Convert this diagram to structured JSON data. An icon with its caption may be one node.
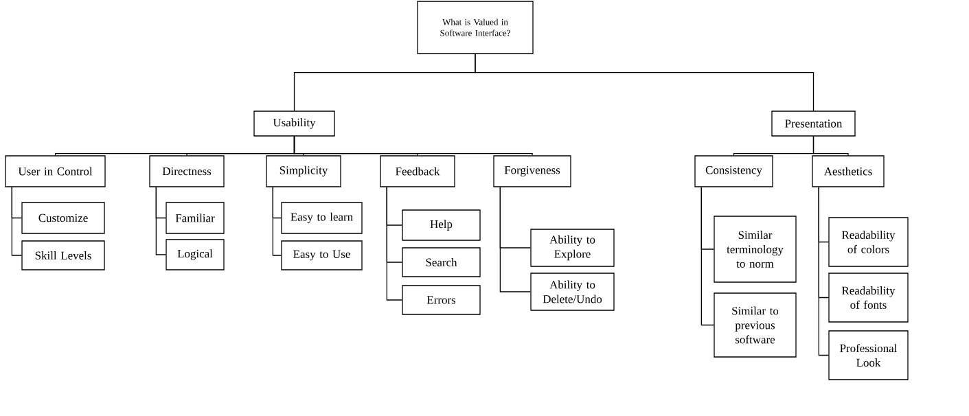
{
  "diagram": {
    "nodes": [
      {
        "text": [
          "What is Valued in Software Interface?"
        ]
      },
      {
        "text": [
          "Usability"
        ]
      },
      {
        "text": [
          "Presentation"
        ]
      },
      {
        "text": [
          "User in Control"
        ]
      },
      {
        "text": [
          "Directness"
        ]
      },
      {
        "text": [
          "Simplicity"
        ]
      },
      {
        "text": [
          "Feedback"
        ]
      },
      {
        "text": [
          "Forgiveness"
        ]
      },
      {
        "text": [
          "Consistency"
        ]
      },
      {
        "text": [
          "Aesthetics"
        ]
      },
      {
        "text": [
          "Customize"
        ]
      },
      {
        "text": [
          "Skill Levels"
        ]
      },
      {
        "text": [
          "Familiar"
        ]
      },
      {
        "text": [
          "Logical"
        ]
      },
      {
        "text": [
          "Easy to learn"
        ]
      },
      {
        "text": [
          "Easy to Use"
        ]
      },
      {
        "text": [
          "Help"
        ]
      },
      {
        "text": [
          "Search"
        ]
      },
      {
        "text": [
          "Errors"
        ]
      },
      {
        "text": [
          "Ability to Explore"
        ]
      },
      {
        "text": [
          "Ability to Delete/Undo"
        ]
      },
      {
        "text": [
          "Similar terminology to norm"
        ]
      },
      {
        "text": [
          "Similar to previous software"
        ]
      },
      {
        "text": [
          "Readability of colors"
        ]
      },
      {
        "text": [
          "Readability of fonts"
        ]
      },
      {
        "text": [
          "Professional Look"
        ]
      }
    ],
    "edges": [
      {
        "from": 0,
        "to": 1,
        "arrow": "none"
      },
      {
        "from": 0,
        "to": 2,
        "arrow": "none"
      },
      {
        "from": 1,
        "to": 3,
        "arrow": "none"
      },
      {
        "from": 1,
        "to": 4,
        "arrow": "none"
      },
      {
        "from": 1,
        "to": 5,
        "arrow": "none"
      },
      {
        "from": 1,
        "to": 6,
        "arrow": "none"
      },
      {
        "from": 1,
        "to": 7,
        "arrow": "none"
      },
      {
        "from": 2,
        "to": 8,
        "arrow": "none"
      },
      {
        "from": 2,
        "to": 9,
        "arrow": "none"
      },
      {
        "from": 3,
        "to": 10,
        "arrow": "none"
      },
      {
        "from": 3,
        "to": 11,
        "arrow": "none"
      },
      {
        "from": 4,
        "to": 12,
        "arrow": "none"
      },
      {
        "from": 4,
        "to": 13,
        "arrow": "none"
      },
      {
        "from": 5,
        "to": 14,
        "arrow": "none"
      },
      {
        "from": 5,
        "to": 15,
        "arrow": "none"
      },
      {
        "from": 6,
        "to": 16,
        "arrow": "none"
      },
      {
        "from": 6,
        "to": 17,
        "arrow": "none"
      },
      {
        "from": 6,
        "to": 18,
        "arrow": "none"
      },
      {
        "from": 7,
        "to": 19,
        "arrow": "none"
      },
      {
        "from": 7,
        "to": 20,
        "arrow": "none"
      },
      {
        "from": 8,
        "to": 21,
        "arrow": "none"
      },
      {
        "from": 8,
        "to": 22,
        "arrow": "none"
      },
      {
        "from": 9,
        "to": 23,
        "arrow": "none"
      },
      {
        "from": 9,
        "to": 24,
        "arrow": "none"
      },
      {
        "from": 9,
        "to": 25,
        "arrow": "none"
      }
    ]
  }
}
